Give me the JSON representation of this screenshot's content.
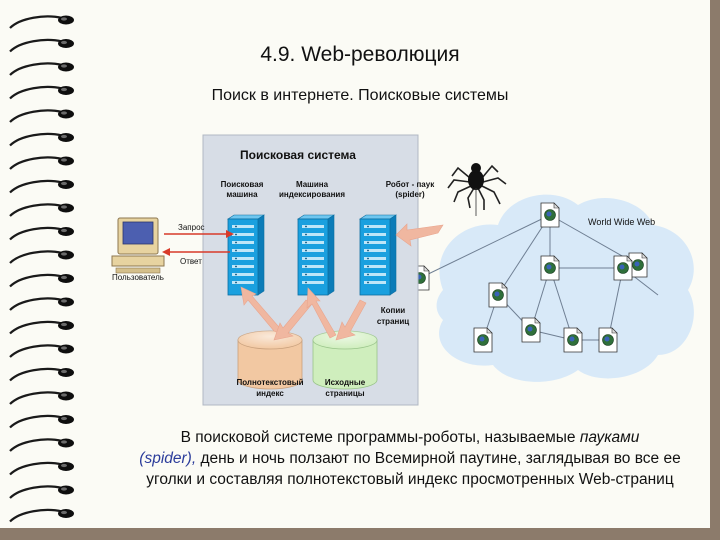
{
  "slide": {
    "title": "4.9. Web-революция",
    "subtitle": "Поиск в интернете. Поисковые системы"
  },
  "diagram": {
    "search_system_label": "Поисковая система",
    "search_machine_l1": "Поисковая",
    "search_machine_l2": "машина",
    "indexing_machine_l1": "Машина",
    "indexing_machine_l2": "индексирования",
    "robot_l1": "Робот - паук",
    "robot_l2": "(spider)",
    "request_label": "Запрос",
    "answer_label": "Ответ",
    "user_label": "Пользователь",
    "www_label": "World Wide Web",
    "copies_l1": "Копии",
    "copies_l2": "страниц",
    "fulltext_l1": "Полнотекстовый",
    "fulltext_l2": "индекс",
    "source_l1": "Исходные",
    "source_l2": "страницы",
    "colors": {
      "panel": "#d7dde6",
      "server": "#1aa0df",
      "fulltext_db": "#f2c8a2",
      "source_db": "#cfeebd",
      "cloud": "#d8e9f8",
      "arrow": "#f0b7a0"
    }
  },
  "caption": {
    "part1": "В поисковой системе программы-роботы, называемые ",
    "em1": "пауками",
    "em2": "(spider),",
    "part2": " день и ночь ползают по Всемирной паутине, заглядывая во все ее уголки и составляя полнотекстовый индекс просмотренных Web-страниц"
  }
}
